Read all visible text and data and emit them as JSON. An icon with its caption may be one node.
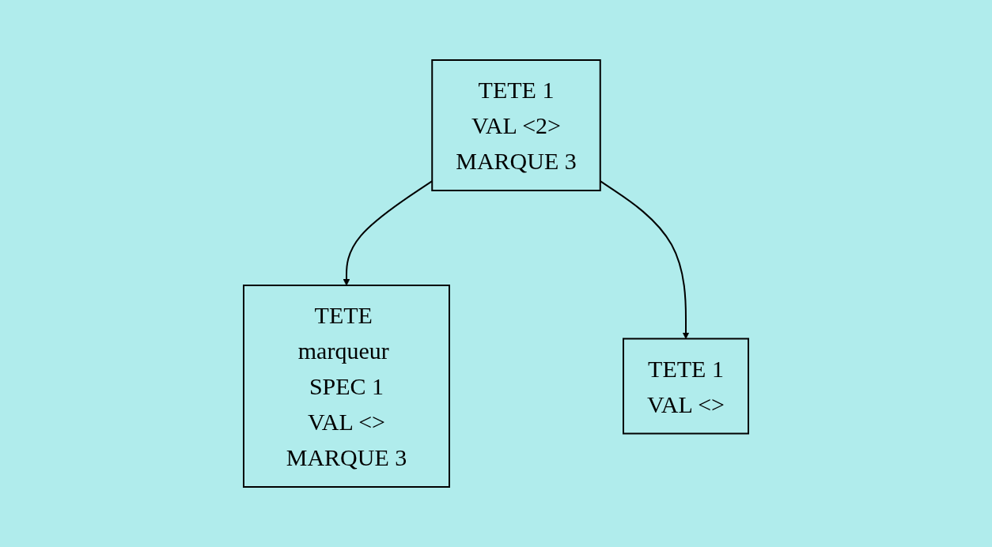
{
  "diagram": {
    "nodes": [
      {
        "text": [
          "TETE 1",
          "VAL <2>",
          "MARQUE 3"
        ]
      },
      {
        "text": [
          "TETE marqueur SPEC 1",
          "VAL <>",
          "MARQUE 3"
        ]
      },
      {
        "text": [
          "TETE 1",
          "VAL <>"
        ]
      }
    ],
    "edges": [
      {
        "from": 0,
        "to": 1,
        "arrow": "to"
      },
      {
        "from": 0,
        "to": 2,
        "arrow": "to"
      }
    ]
  }
}
